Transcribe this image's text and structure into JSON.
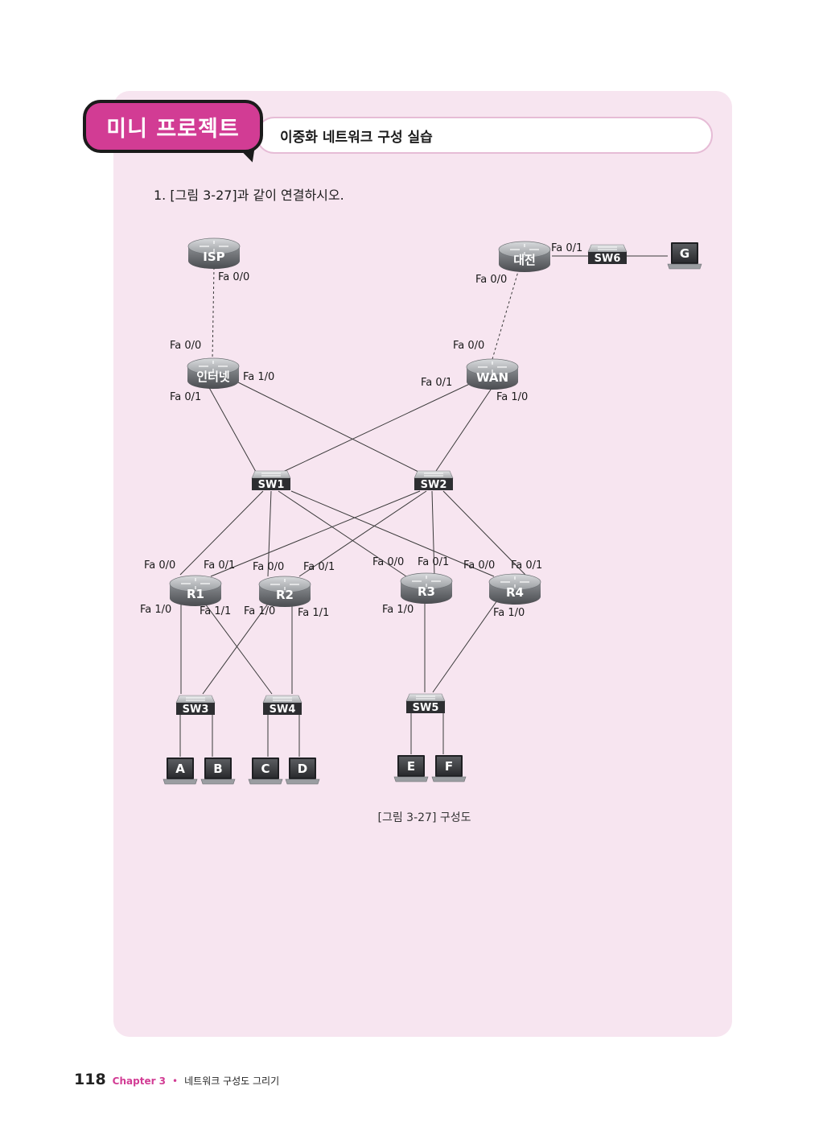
{
  "header": {
    "badge": "미니 프로젝트",
    "subtitle": "이중화 네트워크 구성 실습"
  },
  "instruction": "1. [그림 3-27]과 같이 연결하시오.",
  "caption": "[그림 3-27] 구성도",
  "footer": {
    "page_number": "118",
    "chapter": "Chapter 3",
    "separator": "•",
    "title": "네트워크 구성도 그리기"
  },
  "colors": {
    "accent": "#d23c94",
    "panel_bg": "#f7e5f0"
  },
  "diagram": {
    "routers": [
      {
        "id": "isp",
        "label": "ISP"
      },
      {
        "id": "daejeon",
        "label": "대전"
      },
      {
        "id": "internet",
        "label": "인터넷"
      },
      {
        "id": "wan",
        "label": "WAN"
      },
      {
        "id": "r1",
        "label": "R1"
      },
      {
        "id": "r2",
        "label": "R2"
      },
      {
        "id": "r3",
        "label": "R3"
      },
      {
        "id": "r4",
        "label": "R4"
      }
    ],
    "switches": [
      {
        "id": "sw6",
        "label": "SW6"
      },
      {
        "id": "sw1",
        "label": "SW1"
      },
      {
        "id": "sw2",
        "label": "SW2"
      },
      {
        "id": "sw3",
        "label": "SW3"
      },
      {
        "id": "sw4",
        "label": "SW4"
      },
      {
        "id": "sw5",
        "label": "SW5"
      }
    ],
    "laptops": [
      {
        "id": "g",
        "label": "G"
      },
      {
        "id": "a",
        "label": "A"
      },
      {
        "id": "b",
        "label": "B"
      },
      {
        "id": "c",
        "label": "C"
      },
      {
        "id": "d",
        "label": "D"
      },
      {
        "id": "e",
        "label": "E"
      },
      {
        "id": "f",
        "label": "F"
      }
    ],
    "links": [
      {
        "from": "isp",
        "to": "internet",
        "style": "dashed"
      },
      {
        "from": "daejeon",
        "to": "wan",
        "style": "dashed"
      },
      {
        "from": "daejeon",
        "to": "sw6",
        "style": "solid"
      },
      {
        "from": "sw6",
        "to": "g",
        "style": "solid"
      },
      {
        "from": "internet",
        "to": "sw1",
        "style": "solid"
      },
      {
        "from": "internet",
        "to": "sw2",
        "style": "solid"
      },
      {
        "from": "wan",
        "to": "sw1",
        "style": "solid"
      },
      {
        "from": "wan",
        "to": "sw2",
        "style": "solid"
      },
      {
        "from": "sw1",
        "to": "r1",
        "style": "solid"
      },
      {
        "from": "sw1",
        "to": "r2",
        "style": "solid"
      },
      {
        "from": "sw1",
        "to": "r3",
        "style": "solid"
      },
      {
        "from": "sw1",
        "to": "r4",
        "style": "solid"
      },
      {
        "from": "sw2",
        "to": "r1",
        "style": "solid"
      },
      {
        "from": "sw2",
        "to": "r2",
        "style": "solid"
      },
      {
        "from": "sw2",
        "to": "r3",
        "style": "solid"
      },
      {
        "from": "sw2",
        "to": "r4",
        "style": "solid"
      },
      {
        "from": "r1",
        "to": "sw3",
        "style": "solid"
      },
      {
        "from": "r1",
        "to": "sw4",
        "style": "solid"
      },
      {
        "from": "r2",
        "to": "sw3",
        "style": "solid"
      },
      {
        "from": "r2",
        "to": "sw4",
        "style": "solid"
      },
      {
        "from": "r3",
        "to": "sw5",
        "style": "solid"
      },
      {
        "from": "r4",
        "to": "sw5",
        "style": "solid"
      },
      {
        "from": "sw3",
        "to": "a",
        "style": "solid"
      },
      {
        "from": "sw3",
        "to": "b",
        "style": "solid"
      },
      {
        "from": "sw4",
        "to": "c",
        "style": "solid"
      },
      {
        "from": "sw4",
        "to": "d",
        "style": "solid"
      },
      {
        "from": "sw5",
        "to": "e",
        "style": "solid"
      },
      {
        "from": "sw5",
        "to": "f",
        "style": "solid"
      }
    ],
    "port_labels": [
      "Fa 0/0",
      "Fa 0/1",
      "Fa 0/0",
      "Fa 0/0",
      "Fa 1/0",
      "Fa 0/1",
      "Fa 0/0",
      "Fa 0/1",
      "Fa 1/0",
      "Fa 0/0",
      "Fa 0/1",
      "Fa 0/0",
      "Fa 0/1",
      "Fa 0/0",
      "Fa 0/1",
      "Fa 0/0",
      "Fa 0/1",
      "Fa 1/0",
      "Fa 1/1",
      "Fa 1/0",
      "Fa 1/1",
      "Fa 1/0",
      "Fa 1/0"
    ]
  }
}
